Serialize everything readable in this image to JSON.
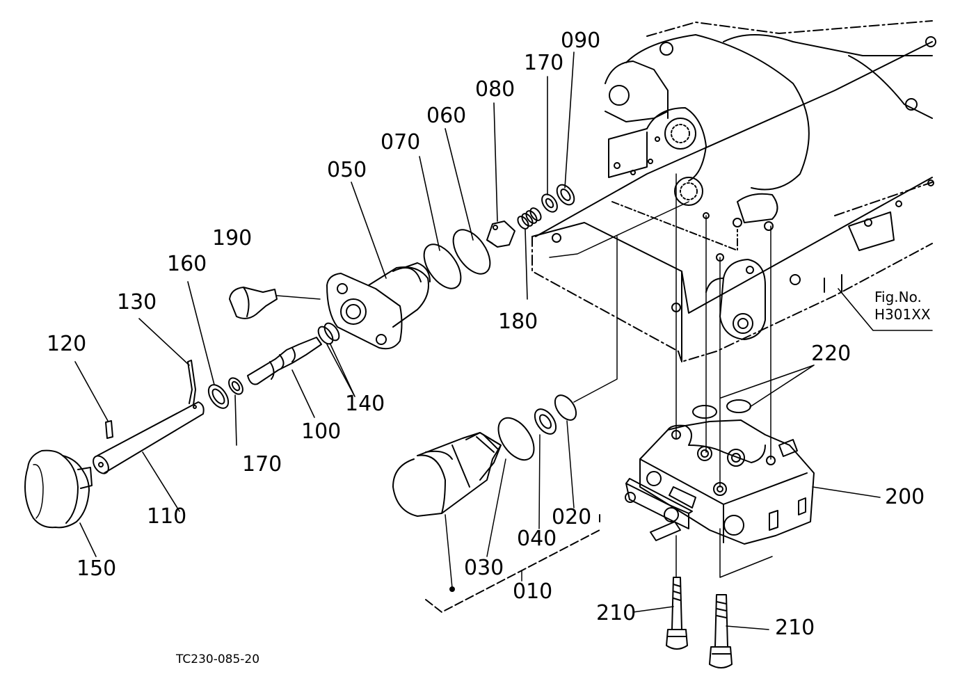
{
  "figure": {
    "fig_label": "Fig.No.",
    "fig_number": "H301XX",
    "drawing_code": "TC230-085-20"
  },
  "parts": {
    "p010": "010",
    "p020": "020",
    "p030": "030",
    "p040": "040",
    "p050": "050",
    "p060": "060",
    "p070": "070",
    "p080": "080",
    "p090": "090",
    "p100": "100",
    "p110": "110",
    "p120": "120",
    "p130": "130",
    "p140": "140",
    "p150": "150",
    "p160": "160",
    "p170a": "170",
    "p170b": "170",
    "p180": "180",
    "p190": "190",
    "p200": "200",
    "p210a": "210",
    "p210b": "210",
    "p220": "220"
  }
}
